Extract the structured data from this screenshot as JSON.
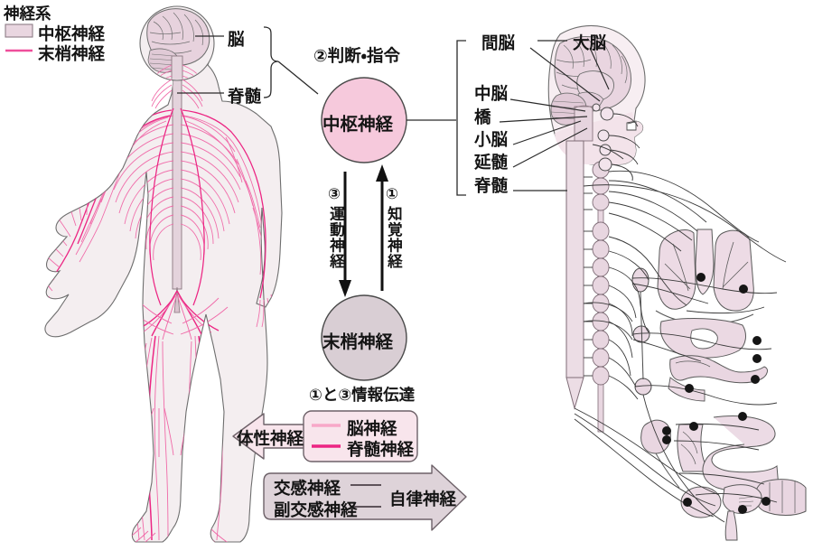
{
  "title": "神経系",
  "legend": {
    "items": [
      {
        "label": "中枢神経",
        "swatch": "box",
        "color": "#e8d3dd",
        "border": "#9b8b93"
      },
      {
        "label": "末梢神経",
        "swatch": "line",
        "color": "#ef4e9b",
        "border": "#ef4e9b"
      }
    ]
  },
  "left_figure": {
    "name": "full-body-nervous-system",
    "callouts": [
      {
        "label": "脳"
      },
      {
        "label": "脊髄"
      }
    ]
  },
  "flow": {
    "central": {
      "label": "中枢神経",
      "fill": "#f6c9dc",
      "stroke": "#4a4a4a"
    },
    "peripheral": {
      "label": "末梢神経",
      "fill": "#d9ced4",
      "stroke": "#4a4a4a"
    },
    "top_note": "②判断・指令",
    "down_arrow": {
      "number": "③",
      "label": "運動神経"
    },
    "up_arrow": {
      "number": "①",
      "label": "知覚神経"
    },
    "bottom_note": "①と③情報伝達"
  },
  "somatic_arrow": {
    "label": "体性神経",
    "fill": "#f8e5ec",
    "stroke": "#6d6168",
    "sub_items": [
      {
        "label": "脳神経",
        "color": "#f7a8c8"
      },
      {
        "label": "脊髄神経",
        "color": "#ec2583"
      }
    ]
  },
  "autonomic_arrow": {
    "label": "自律神経",
    "fill": "#ded3d9",
    "stroke": "#6d6168",
    "sub_items": [
      {
        "label": "交感神経"
      },
      {
        "label": "副交感神経"
      }
    ]
  },
  "right_figure": {
    "name": "autonomic-nervous-system",
    "callouts": [
      {
        "label": "間脳"
      },
      {
        "label": "大脳"
      },
      {
        "label": "中脳"
      },
      {
        "label": "橋"
      },
      {
        "label": "小脳"
      },
      {
        "label": "延髄"
      },
      {
        "label": "脊髄"
      }
    ]
  }
}
